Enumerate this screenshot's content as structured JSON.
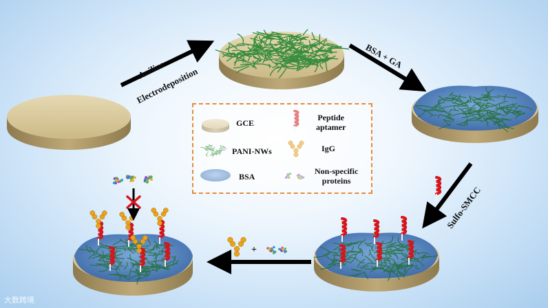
{
  "steps": {
    "step1_line1": "Aniline",
    "step1_line2": "Electrodeposition",
    "step2": "BSA + GA",
    "step3": "Sulfo-SMCC",
    "plus": "+"
  },
  "legend": {
    "gce": "GCE",
    "pani": "PANI-NWs",
    "bsa": "BSA",
    "peptide_line1": "Peptide",
    "peptide_line2": "aptamer",
    "igg": "IgG",
    "nonspecific_line1": "Non-specific",
    "nonspecific_line2": "proteins"
  },
  "watermark": "大数跨境",
  "colors": {
    "electrode": "#d6c69a",
    "electrode_side": "#a89466",
    "pani": "#2f8a3a",
    "bsa": "#3f7fd0",
    "peptide": "#d4161d",
    "igg": "#e8a21c",
    "arrow": "#000000",
    "legend_border": "#e58a3a",
    "cross": "#d4161d"
  }
}
